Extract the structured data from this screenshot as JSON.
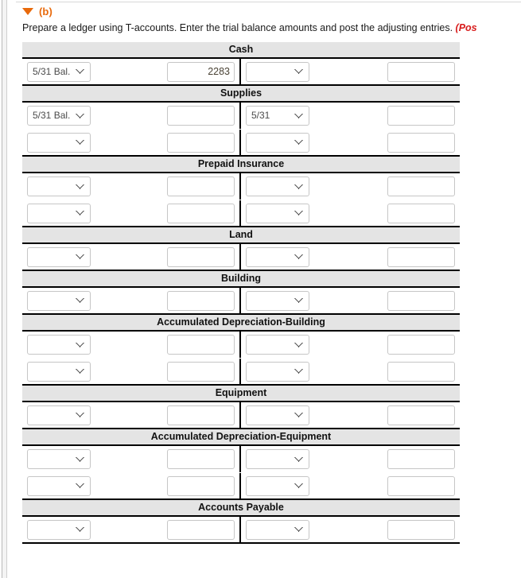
{
  "part": {
    "toggle_icon": "triangle-down-icon",
    "label": "(b)",
    "instruction_main": "Prepare a ledger using T-accounts. Enter the trial balance amounts and post the adjusting entries. ",
    "instruction_note": "(Pos"
  },
  "ledger": {
    "accounts": [
      {
        "name": "Cash",
        "rows": [
          {
            "left_select": "5/31 Bal.",
            "left_amount": "2283",
            "right_select": "",
            "right_amount": ""
          }
        ]
      },
      {
        "name": "Supplies",
        "rows": [
          {
            "left_select": "5/31 Bal.",
            "left_amount": "",
            "right_select": "5/31",
            "right_amount": ""
          },
          {
            "left_select": "",
            "left_amount": "",
            "right_select": "",
            "right_amount": ""
          }
        ]
      },
      {
        "name": "Prepaid Insurance",
        "rows": [
          {
            "left_select": "",
            "left_amount": "",
            "right_select": "",
            "right_amount": ""
          },
          {
            "left_select": "",
            "left_amount": "",
            "right_select": "",
            "right_amount": ""
          }
        ]
      },
      {
        "name": "Land",
        "rows": [
          {
            "left_select": "",
            "left_amount": "",
            "right_select": "",
            "right_amount": ""
          }
        ]
      },
      {
        "name": "Building",
        "rows": [
          {
            "left_select": "",
            "left_amount": "",
            "right_select": "",
            "right_amount": ""
          }
        ]
      },
      {
        "name": "Accumulated Depreciation-Building",
        "rows": [
          {
            "left_select": "",
            "left_amount": "",
            "right_select": "",
            "right_amount": ""
          },
          {
            "left_select": "",
            "left_amount": "",
            "right_select": "",
            "right_amount": ""
          }
        ]
      },
      {
        "name": "Equipment",
        "rows": [
          {
            "left_select": "",
            "left_amount": "",
            "right_select": "",
            "right_amount": ""
          }
        ]
      },
      {
        "name": "Accumulated Depreciation-Equipment",
        "rows": [
          {
            "left_select": "",
            "left_amount": "",
            "right_select": "",
            "right_amount": ""
          },
          {
            "left_select": "",
            "left_amount": "",
            "right_select": "",
            "right_amount": ""
          }
        ]
      },
      {
        "name": "Accounts Payable",
        "rows": [
          {
            "left_select": "",
            "left_amount": "",
            "right_select": "",
            "right_amount": ""
          }
        ]
      }
    ]
  },
  "colors": {
    "accent_orange": "#e8690b",
    "note_red": "#d81c1c",
    "header_gray": "#e4e4e4",
    "rule_black": "#000000",
    "field_border": "#c6c6c6"
  }
}
